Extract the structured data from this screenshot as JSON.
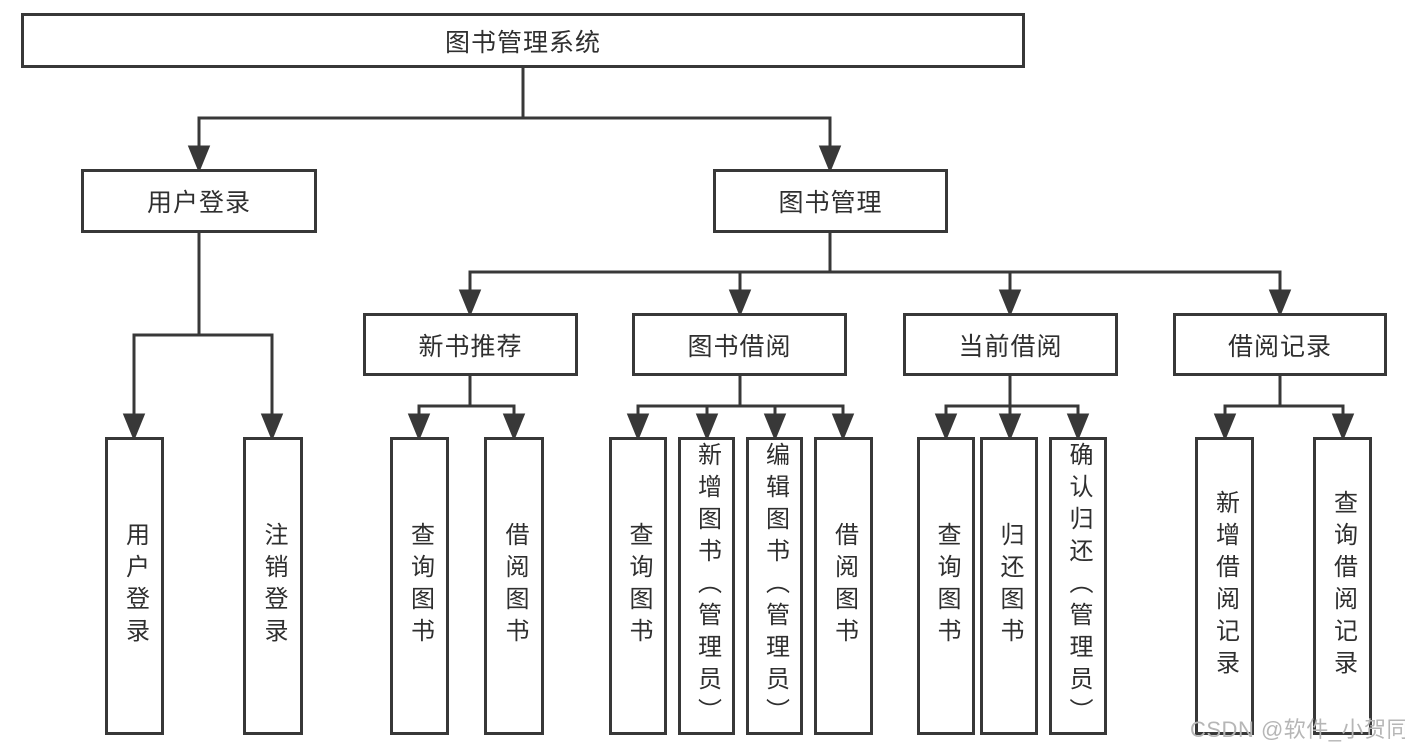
{
  "nodes": {
    "root": {
      "label": "图书管理系统"
    },
    "level2": [
      {
        "label": "用户登录"
      },
      {
        "label": "图书管理"
      }
    ],
    "level3": [
      {
        "label": "新书推荐",
        "parent": "图书管理"
      },
      {
        "label": "图书借阅",
        "parent": "图书管理"
      },
      {
        "label": "当前借阅",
        "parent": "图书管理"
      },
      {
        "label": "借阅记录",
        "parent": "图书管理"
      }
    ],
    "leaves": [
      {
        "label": "用户登录",
        "parent": "用户登录"
      },
      {
        "label": "注销登录",
        "parent": "用户登录"
      },
      {
        "label": "查询图书",
        "parent": "新书推荐"
      },
      {
        "label": "借阅图书",
        "parent": "新书推荐"
      },
      {
        "label": "查询图书",
        "parent": "图书借阅"
      },
      {
        "label": "新增图书（管理员）",
        "parent": "图书借阅"
      },
      {
        "label": "编辑图书（管理员）",
        "parent": "图书借阅"
      },
      {
        "label": "借阅图书",
        "parent": "图书借阅"
      },
      {
        "label": "查询图书",
        "parent": "当前借阅"
      },
      {
        "label": "归还图书",
        "parent": "当前借阅"
      },
      {
        "label": "确认归还（管理员）",
        "parent": "当前借阅"
      },
      {
        "label": "新增借阅记录",
        "parent": "借阅记录"
      },
      {
        "label": "查询借阅记录",
        "parent": "借阅记录"
      }
    ]
  },
  "watermark": {
    "text": "CSDN @软件_小贺同学"
  },
  "colors": {
    "line": "#383838",
    "text": "#2f2f2f",
    "watermark": "#b6b6b6",
    "background": "#ffffff"
  }
}
